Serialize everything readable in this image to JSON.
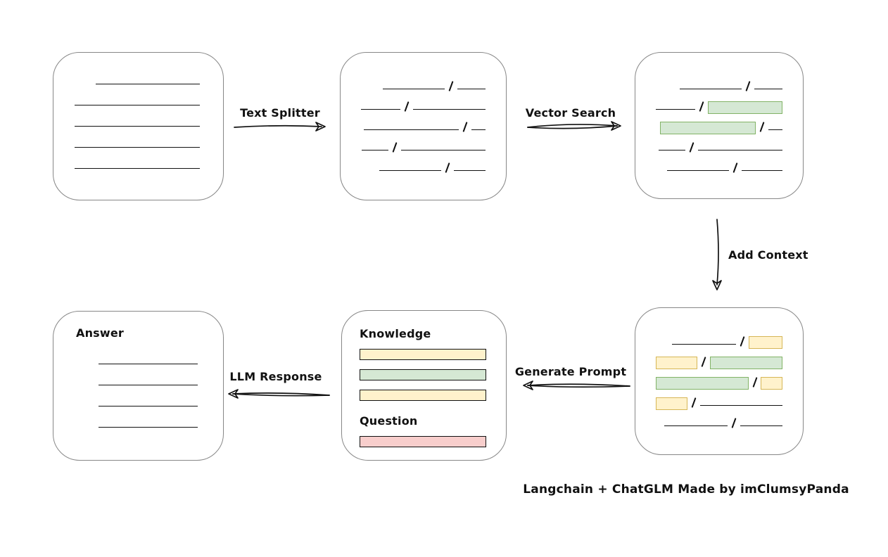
{
  "diagram": {
    "caption": "Langchain + ChatGLM Made by imClumsyPanda",
    "colors": {
      "line": "#111111",
      "box_border": "#878787",
      "green_fill": "#d5e8d4",
      "green_border": "#82b366",
      "yellow_fill": "#fff2cc",
      "yellow_border": "#d6b656",
      "red_fill": "#f8cecc",
      "red_border": "#b85450"
    },
    "labels": {
      "text_splitter": "Text Splitter",
      "vector_search": "Vector Search",
      "add_context": "Add Context",
      "generate_prompt": "Generate Prompt",
      "llm_response": "LLM Response"
    },
    "boxes": {
      "document": {
        "rows": [
          [
            {
              "t": "line",
              "w": 148
            }
          ],
          [
            {
              "t": "line",
              "w": 180
            }
          ],
          [
            {
              "t": "line",
              "w": 180
            }
          ],
          [
            {
              "t": "line",
              "w": 180
            }
          ],
          [
            {
              "t": "line",
              "w": 180
            }
          ]
        ]
      },
      "split_text": {
        "rows": [
          [
            {
              "t": "line",
              "w": 88
            },
            {
              "t": "slash"
            },
            {
              "t": "line",
              "w": 40
            }
          ],
          [
            {
              "t": "line",
              "w": 56
            },
            {
              "t": "slash"
            },
            {
              "t": "line",
              "w": 103
            }
          ],
          [
            {
              "t": "line",
              "w": 135
            },
            {
              "t": "slash"
            },
            {
              "t": "line",
              "w": 20
            }
          ],
          [
            {
              "t": "line",
              "w": 38
            },
            {
              "t": "slash"
            },
            {
              "t": "line",
              "w": 120
            }
          ],
          [
            {
              "t": "line",
              "w": 88
            },
            {
              "t": "slash"
            },
            {
              "t": "line",
              "w": 45
            }
          ]
        ]
      },
      "vector_result": {
        "rows": [
          [
            {
              "t": "line",
              "w": 88
            },
            {
              "t": "slash"
            },
            {
              "t": "line",
              "w": 40
            }
          ],
          [
            {
              "t": "line",
              "w": 56
            },
            {
              "t": "slash"
            },
            {
              "t": "chip",
              "c": "green",
              "w": 106
            }
          ],
          [
            {
              "t": "chip",
              "c": "green",
              "w": 136
            },
            {
              "t": "slash"
            },
            {
              "t": "line",
              "w": 20
            }
          ],
          [
            {
              "t": "line",
              "w": 38
            },
            {
              "t": "slash"
            },
            {
              "t": "line",
              "w": 120
            }
          ],
          [
            {
              "t": "line",
              "w": 88
            },
            {
              "t": "slash"
            },
            {
              "t": "line",
              "w": 58
            }
          ]
        ]
      },
      "context_added": {
        "rows": [
          [
            {
              "t": "line",
              "w": 91
            },
            {
              "t": "slash"
            },
            {
              "t": "chip",
              "c": "yellow",
              "w": 48
            }
          ],
          [
            {
              "t": "chip",
              "c": "yellow",
              "w": 62
            },
            {
              "t": "slash"
            },
            {
              "t": "chip",
              "c": "green",
              "w": 107
            }
          ],
          [
            {
              "t": "chip",
              "c": "green",
              "w": 138
            },
            {
              "t": "slash"
            },
            {
              "t": "chip",
              "c": "yellow",
              "w": 32
            }
          ],
          [
            {
              "t": "chip",
              "c": "yellow",
              "w": 46
            },
            {
              "t": "slash"
            },
            {
              "t": "line",
              "w": 118
            }
          ],
          [
            {
              "t": "line",
              "w": 90
            },
            {
              "t": "slash"
            },
            {
              "t": "line",
              "w": 60
            }
          ]
        ]
      },
      "prompt": {
        "knowledge_label": "Knowledge",
        "question_label": "Question",
        "knowledge_bars": [
          "yellow",
          "green",
          "yellow"
        ],
        "question_bars": [
          "red"
        ]
      },
      "answer": {
        "label": "Answer",
        "rows": [
          [
            {
              "t": "line",
              "w": 178
            }
          ],
          [
            {
              "t": "line",
              "w": 178
            }
          ],
          [
            {
              "t": "line",
              "w": 178
            }
          ],
          [
            {
              "t": "line",
              "w": 178
            }
          ]
        ]
      }
    }
  }
}
